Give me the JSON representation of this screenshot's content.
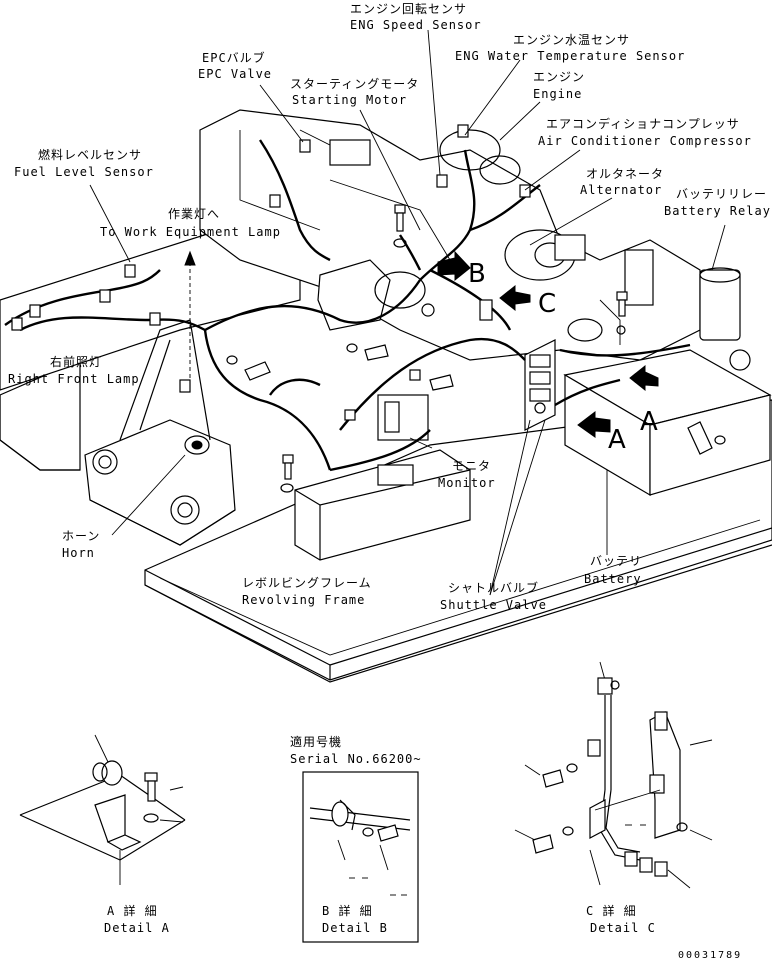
{
  "labels": {
    "eng_speed": {
      "jp": "エンジン回転センサ",
      "en": "ENG Speed Sensor"
    },
    "eng_water": {
      "jp": "エンジン水温センサ",
      "en": "ENG Water Temperature Sensor"
    },
    "epc_valve": {
      "jp": "EPCバルブ",
      "en": "EPC Valve"
    },
    "starting_motor": {
      "jp": "スターティングモータ",
      "en": "Starting Motor"
    },
    "engine": {
      "jp": "エンジン",
      "en": "Engine"
    },
    "air_compressor": {
      "jp": "エアコンディショナコンプレッサ",
      "en": "Air Conditioner Compressor"
    },
    "fuel_level": {
      "jp": "燃料レベルセンサ",
      "en": "Fuel Level Sensor"
    },
    "alternator": {
      "jp": "オルタネータ",
      "en": "Alternator"
    },
    "work_lamp": {
      "jp": "作業灯へ",
      "en": "To Work Equipment Lamp"
    },
    "battery_relay": {
      "jp": "バッテリリレー",
      "en": "Battery Relay"
    },
    "right_front_lamp": {
      "jp": "右前照灯",
      "en": "Right Front Lamp"
    },
    "monitor": {
      "jp": "モニタ",
      "en": "Monitor"
    },
    "horn": {
      "jp": "ホーン",
      "en": "Horn"
    },
    "revolving_frame": {
      "jp": "レボルビングフレーム",
      "en": "Revolving Frame"
    },
    "shuttle_valve": {
      "jp": "シャトルバルブ",
      "en": "Shuttle Valve"
    },
    "battery": {
      "jp": "バッテリ",
      "en": "Battery"
    },
    "serial": {
      "jp": "適用号機",
      "en": "Serial No.66200~"
    },
    "detail_a": {
      "jp": "A 詳 細",
      "en": "Detail A"
    },
    "detail_b": {
      "jp": "B 詳 細",
      "en": "Detail B"
    },
    "detail_c": {
      "jp": "C 詳 細",
      "en": "Detail C"
    }
  },
  "view_markers": {
    "a1": "A",
    "a2": "A",
    "b": "B",
    "c": "C"
  },
  "drawing_number": "00031789"
}
